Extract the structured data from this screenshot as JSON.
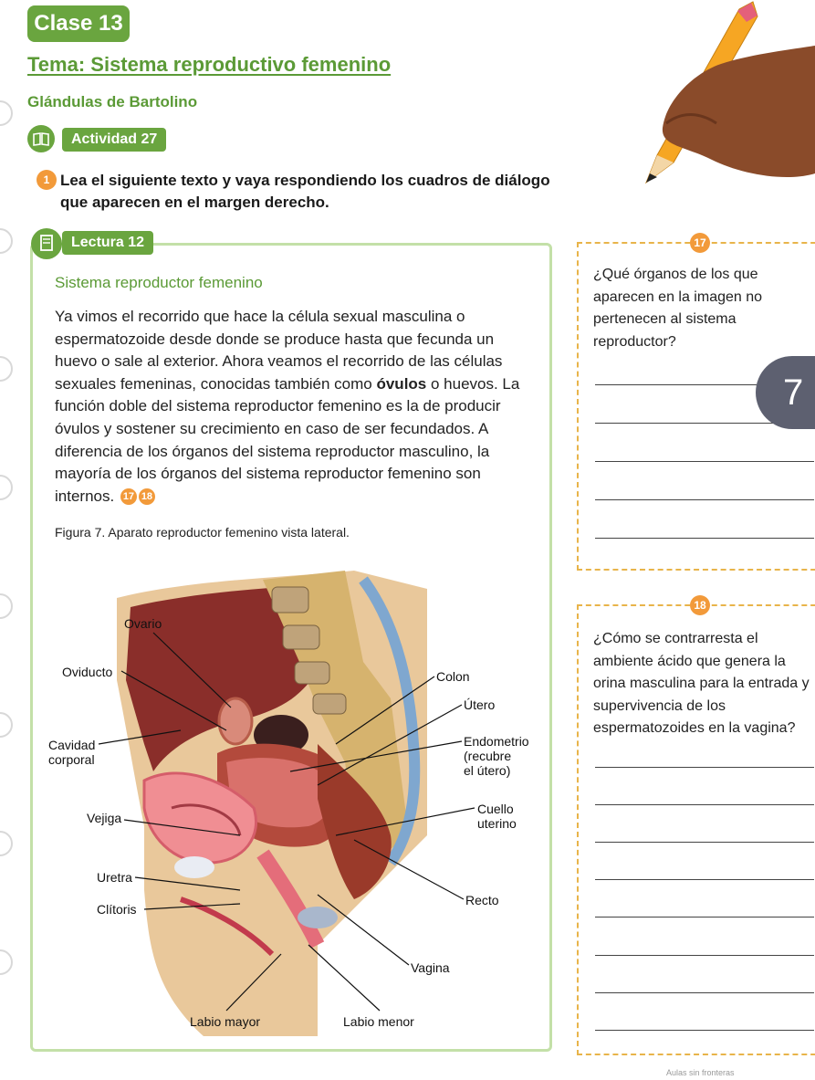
{
  "header": {
    "class_label": "Clase 13",
    "topic": "Tema: Sistema reproductivo femenino",
    "subtopic": "Glándulas de Bartolino",
    "activity_label": "Actividad 27",
    "instruction_number": "1",
    "instruction": "Lea el siguiente texto y vaya respondiendo los cuadros de diálogo que aparecen en el margen derecho."
  },
  "reading": {
    "badge": "Lectura 12",
    "title": "Sistema reproductor femenino",
    "para_start": "Ya vimos el recorrido que hace la célula sexual masculina o espermatozoide desde donde se produce hasta que  fecunda un huevo o sale al exterior. Ahora veamos el recorrido de las células sexuales femeninas, conocidas también como ",
    "para_bold": "óvulos",
    "para_end": " o huevos. La función doble del sistema reproductor femenino es la de producir óvulos y sostener su crecimiento en caso de ser fecundados. A diferencia de los órganos del sistema reproductor masculino, la mayoría de los órganos del sistema reproductor femenino son internos.",
    "ref_a": "17",
    "ref_b": "18",
    "figure_caption": "Figura 7. Aparato reproductor femenino vista lateral."
  },
  "figure_labels": {
    "ovario": "Ovario",
    "oviducto": "Oviducto",
    "cavidad": "Cavidad\ncorporal",
    "vejiga": "Vejiga",
    "uretra": "Uretra",
    "clitoris": "Clítoris",
    "colon": "Colon",
    "utero": "Útero",
    "endometrio": "Endometrio\n(recubre\nel útero)",
    "cuello": "Cuello\nuterino",
    "recto": "Recto",
    "vagina": "Vagina",
    "labio_mayor": "Labio mayor",
    "labio_menor": "Labio menor"
  },
  "questions": {
    "q17_number": "17",
    "q17_text": "¿Qué órganos de los que aparecen en la imagen no pertenecen al sistema reproductor?",
    "q18_number": "18",
    "q18_text": "¿Cómo se contrarresta el ambiente ácido que genera la orina masculina para la entrada y supervivencia de los espermatozoides en la vagina?"
  },
  "page_number": "7",
  "footer": "Aulas sin fronteras"
}
